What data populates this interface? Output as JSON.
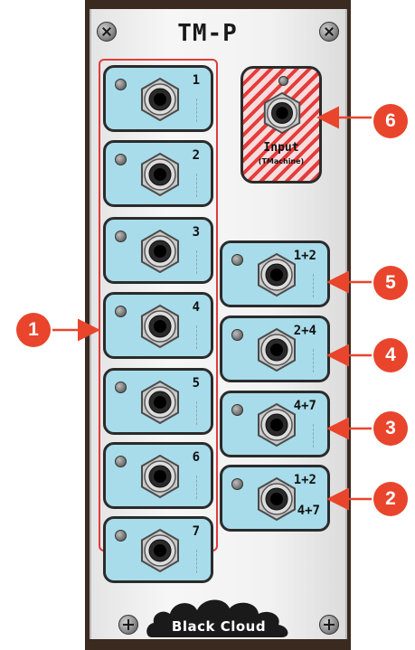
{
  "module": {
    "title": "TM-P",
    "brand": "Black Cloud"
  },
  "outputs": [
    {
      "label": "1"
    },
    {
      "label": "2"
    },
    {
      "label": "3"
    },
    {
      "label": "4"
    },
    {
      "label": "5"
    },
    {
      "label": "6"
    },
    {
      "label": "7"
    }
  ],
  "mix_outputs": [
    {
      "label": "1+2",
      "label2": ""
    },
    {
      "label": "2+4",
      "label2": ""
    },
    {
      "label": "4+7",
      "label2": ""
    },
    {
      "label": "1+2",
      "label2": "4+7"
    }
  ],
  "input": {
    "label": "Input",
    "sublabel": "(TMachine)"
  },
  "callouts": {
    "c1": "1",
    "c2": "2",
    "c3": "3",
    "c4": "4",
    "c5": "5",
    "c6": "6"
  },
  "colors": {
    "jack_box_fill": "#a8dcea",
    "callout": "#e8452c",
    "highlight_border": "#e03c3c",
    "input_stripe": "#e53b3b"
  }
}
